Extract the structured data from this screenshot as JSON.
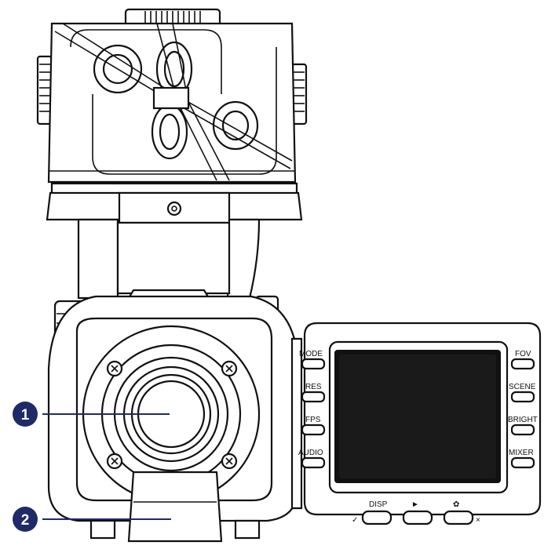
{
  "device": {
    "name_hidden": "",
    "screen_buttons_left": [
      {
        "label": "MODE"
      },
      {
        "label": "RES"
      },
      {
        "label": "FPS"
      },
      {
        "label": "AUDIO"
      }
    ],
    "screen_buttons_right": [
      {
        "label": "FOV"
      },
      {
        "label": "SCENE"
      },
      {
        "label": "BRIGHT"
      },
      {
        "label": "MIXER"
      }
    ],
    "bottom_buttons": [
      {
        "label": "DISP",
        "side_mark": "✓"
      },
      {
        "label": "►",
        "side_mark": ""
      },
      {
        "label": "✿",
        "side_mark": "×"
      }
    ]
  },
  "callouts": [
    {
      "number": "1"
    },
    {
      "number": "2"
    }
  ],
  "colors": {
    "line": "#111111",
    "callout_fill": "#1f2a68",
    "background": "#ffffff"
  }
}
